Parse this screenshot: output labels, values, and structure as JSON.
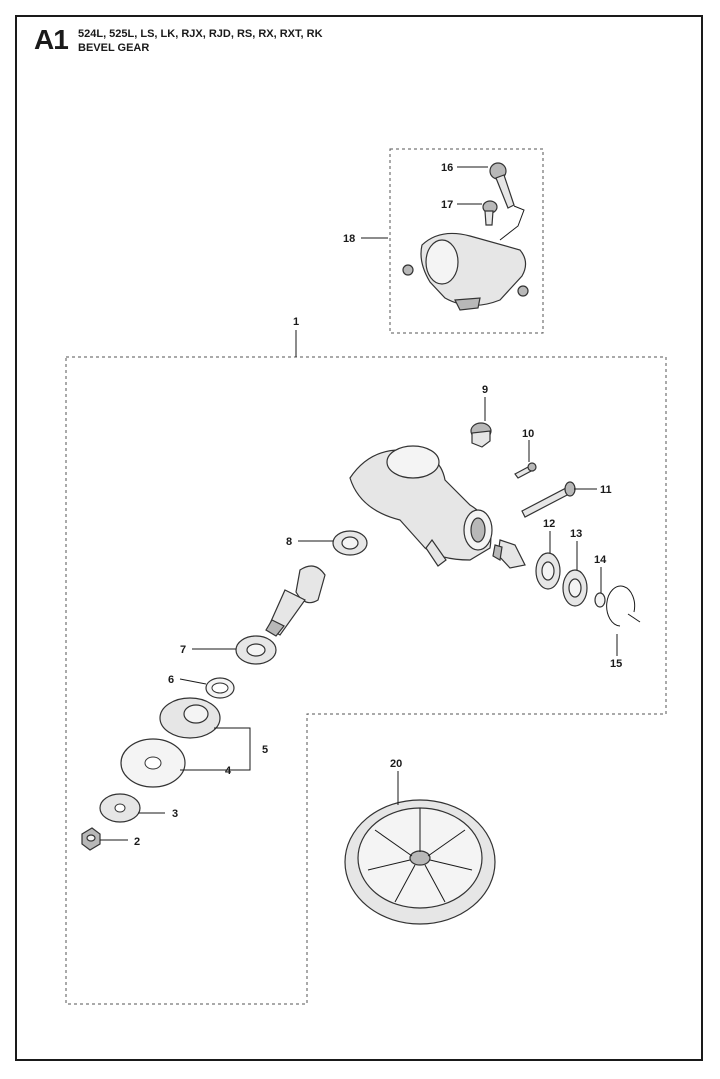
{
  "header": {
    "section_code": "A1",
    "models": "524L, 525L, LS, LK, RJX, RJD, RS, RX, RXT, RK",
    "title": "BEVEL GEAR"
  },
  "callouts": {
    "c1": "1",
    "c2": "2",
    "c3": "3",
    "c4": "4",
    "c5": "5",
    "c6": "6",
    "c7": "7",
    "c8": "8",
    "c9": "9",
    "c10": "10",
    "c11": "11",
    "c12": "12",
    "c13": "13",
    "c14": "14",
    "c15": "15",
    "c16": "16",
    "c17": "17",
    "c18": "18",
    "c20": "20"
  }
}
